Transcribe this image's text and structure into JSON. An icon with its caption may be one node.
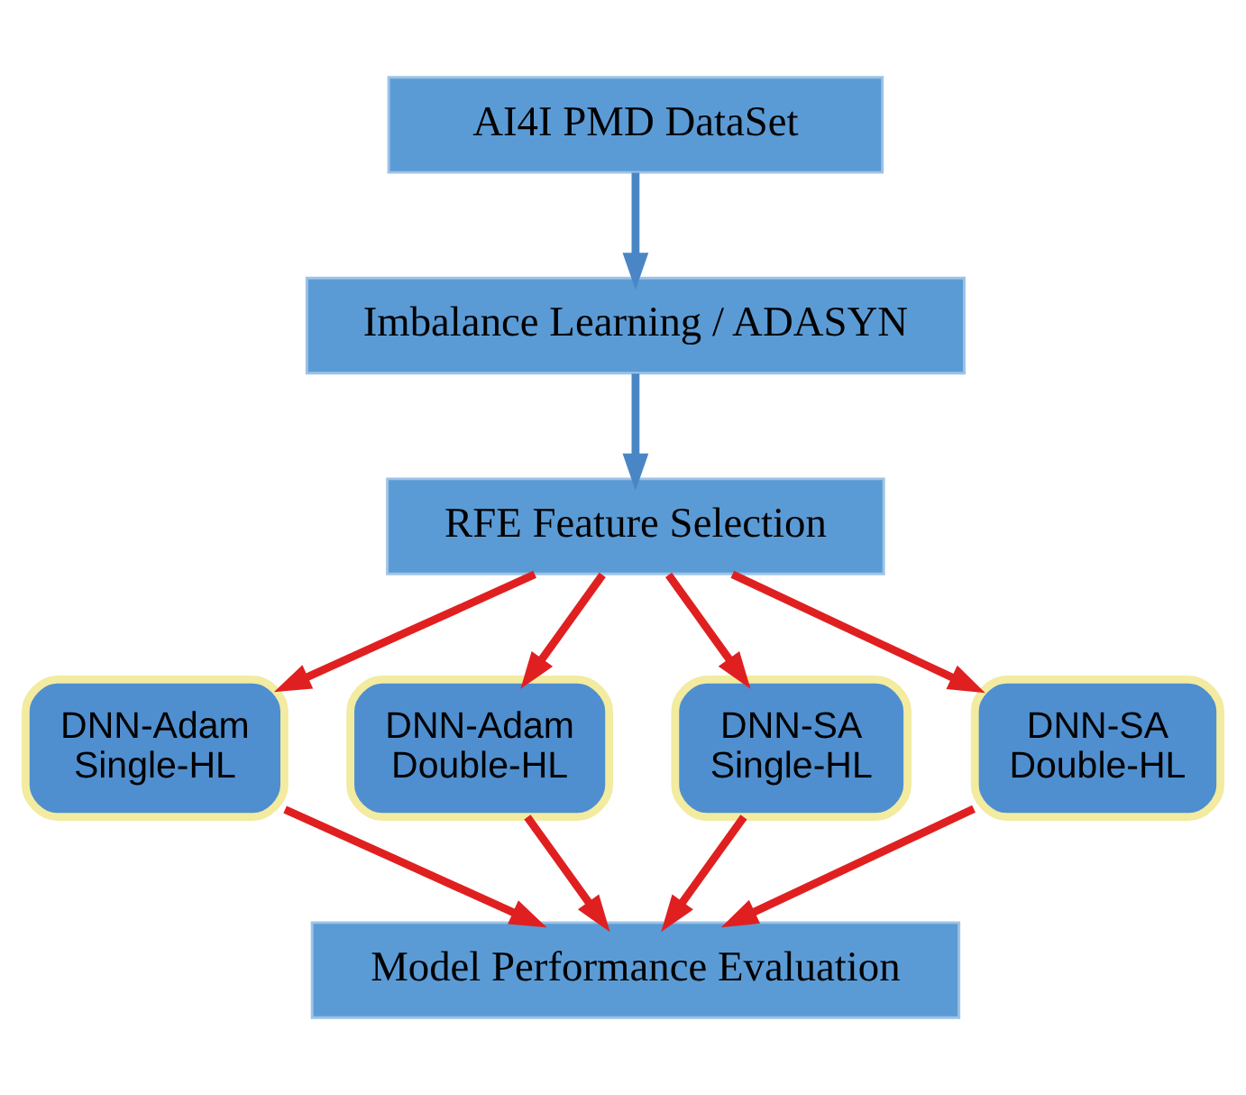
{
  "diagram": {
    "nodes": [
      {
        "text": [
          "AI4I PMD DataSet"
        ]
      },
      {
        "text": [
          "Imbalance Learning / ADASYN"
        ]
      },
      {
        "text": [
          "RFE Feature Selection"
        ]
      },
      {
        "text": [
          "DNN-Adam Single-HL"
        ]
      },
      {
        "text": [
          "DNN-Adam Double-HL"
        ]
      },
      {
        "text": [
          "DNN-SA Single-HL"
        ]
      },
      {
        "text": [
          "DNN-SA Double-HL"
        ]
      },
      {
        "text": [
          "Model Performance Evaluation"
        ]
      }
    ],
    "edges": [
      {
        "from": 0,
        "to": 1,
        "arrow": "to",
        "color": "#4a86c5"
      },
      {
        "from": 1,
        "to": 2,
        "arrow": "to",
        "color": "#4a86c5"
      },
      {
        "from": 2,
        "to": 3,
        "arrow": "to"
      },
      {
        "from": 2,
        "to": 4,
        "arrow": "to"
      },
      {
        "from": 2,
        "to": 5,
        "arrow": "to"
      },
      {
        "from": 2,
        "to": 6,
        "arrow": "to"
      },
      {
        "from": 3,
        "to": 7,
        "arrow": "to"
      },
      {
        "from": 4,
        "to": 7,
        "arrow": "to"
      },
      {
        "from": 5,
        "to": 7,
        "arrow": "to"
      },
      {
        "from": 6,
        "to": 7,
        "arrow": "to"
      }
    ]
  }
}
